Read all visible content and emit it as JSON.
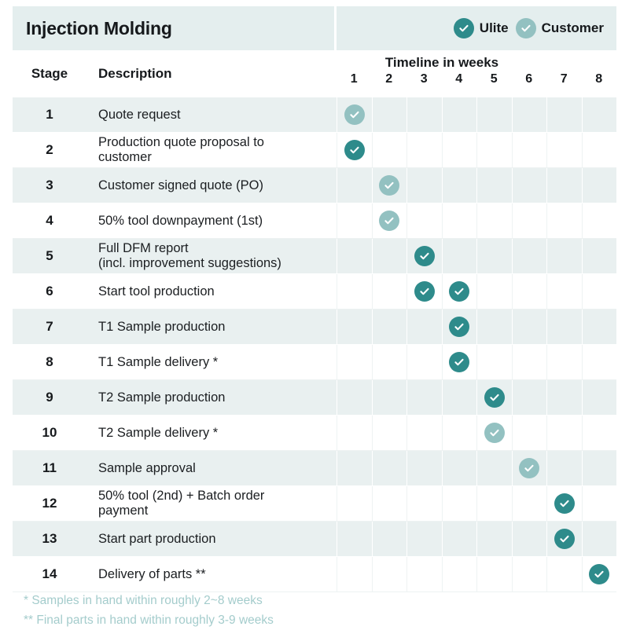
{
  "header": {
    "title": "Injection Molding",
    "legend": [
      {
        "label": "Ulite",
        "color": "#2e8b8b",
        "icon": "check-circle-icon"
      },
      {
        "label": "Customer",
        "color": "#93c1c1",
        "icon": "check-circle-icon"
      }
    ]
  },
  "columns": {
    "stage": "Stage",
    "description": "Description",
    "timeline_caption": "Timeline in weeks",
    "weeks": [
      "1",
      "2",
      "3",
      "4",
      "5",
      "6",
      "7",
      "8"
    ]
  },
  "rows": [
    {
      "stage": "1",
      "description": [
        "Quote request"
      ],
      "marks": [
        {
          "week": 1,
          "owner": "customer"
        }
      ]
    },
    {
      "stage": "2",
      "description": [
        "Production quote proposal to",
        "customer"
      ],
      "marks": [
        {
          "week": 1,
          "owner": "ulite"
        }
      ]
    },
    {
      "stage": "3",
      "description": [
        "Customer signed quote  (PO)"
      ],
      "marks": [
        {
          "week": 2,
          "owner": "customer"
        }
      ]
    },
    {
      "stage": "4",
      "description": [
        "50% tool downpayment  (1st)"
      ],
      "marks": [
        {
          "week": 2,
          "owner": "customer"
        }
      ]
    },
    {
      "stage": "5",
      "description": [
        "Full DFM report",
        "(incl. improvement suggestions)"
      ],
      "marks": [
        {
          "week": 3,
          "owner": "ulite"
        }
      ]
    },
    {
      "stage": "6",
      "description": [
        "Start tool production"
      ],
      "marks": [
        {
          "week": 3,
          "owner": "ulite"
        },
        {
          "week": 4,
          "owner": "ulite"
        }
      ]
    },
    {
      "stage": "7",
      "description": [
        "T1 Sample production"
      ],
      "marks": [
        {
          "week": 4,
          "owner": "ulite"
        }
      ]
    },
    {
      "stage": "8",
      "description": [
        "T1 Sample delivery *"
      ],
      "marks": [
        {
          "week": 4,
          "owner": "ulite"
        }
      ]
    },
    {
      "stage": "9",
      "description": [
        "T2 Sample production"
      ],
      "marks": [
        {
          "week": 5,
          "owner": "ulite"
        }
      ]
    },
    {
      "stage": "10",
      "description": [
        "T2 Sample delivery *"
      ],
      "marks": [
        {
          "week": 5,
          "owner": "customer"
        }
      ]
    },
    {
      "stage": "11",
      "description": [
        "Sample approval"
      ],
      "marks": [
        {
          "week": 6,
          "owner": "customer"
        }
      ]
    },
    {
      "stage": "12",
      "description": [
        "50% tool (2nd) + Batch order",
        "payment"
      ],
      "marks": [
        {
          "week": 7,
          "owner": "ulite"
        }
      ]
    },
    {
      "stage": "13",
      "description": [
        "Start part production"
      ],
      "marks": [
        {
          "week": 7,
          "owner": "ulite"
        }
      ]
    },
    {
      "stage": "14",
      "description": [
        "Delivery of parts **"
      ],
      "marks": [
        {
          "week": 8,
          "owner": "ulite"
        }
      ]
    }
  ],
  "notes": [
    "* Samples in hand within roughly 2~8 weeks",
    "** Final parts in hand within roughly 3-9 weeks"
  ],
  "colors": {
    "ulite": "#2e8b8b",
    "customer": "#93c1c1",
    "title_band": "#e4eeee",
    "row_alt": "#e9f0f0",
    "note_text": "#a4cccc"
  }
}
